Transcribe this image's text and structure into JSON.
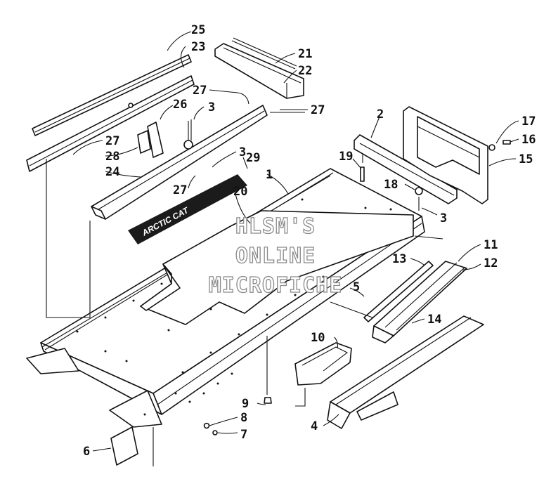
{
  "watermark": {
    "line1": "HLSM'S",
    "line2": "ONLINE",
    "line3": "MICROFICHE"
  },
  "callouts": {
    "c1": "1",
    "c2": "2",
    "c3a": "3",
    "c3b": "3",
    "c3c": "3",
    "c4": "4",
    "c5": "5",
    "c6": "6",
    "c7": "7",
    "c8": "8",
    "c9": "9",
    "c10": "10",
    "c11": "11",
    "c12": "12",
    "c13": "13",
    "c14": "14",
    "c15": "15",
    "c16": "16",
    "c17": "17",
    "c18": "18",
    "c19": "19",
    "c20": "20",
    "c21": "21",
    "c22": "22",
    "c23": "23",
    "c24": "24",
    "c25": "25",
    "c26": "26",
    "c27a": "27",
    "c27b": "27",
    "c27c": "27",
    "c27d": "27",
    "c28": "28",
    "c29": "29"
  }
}
